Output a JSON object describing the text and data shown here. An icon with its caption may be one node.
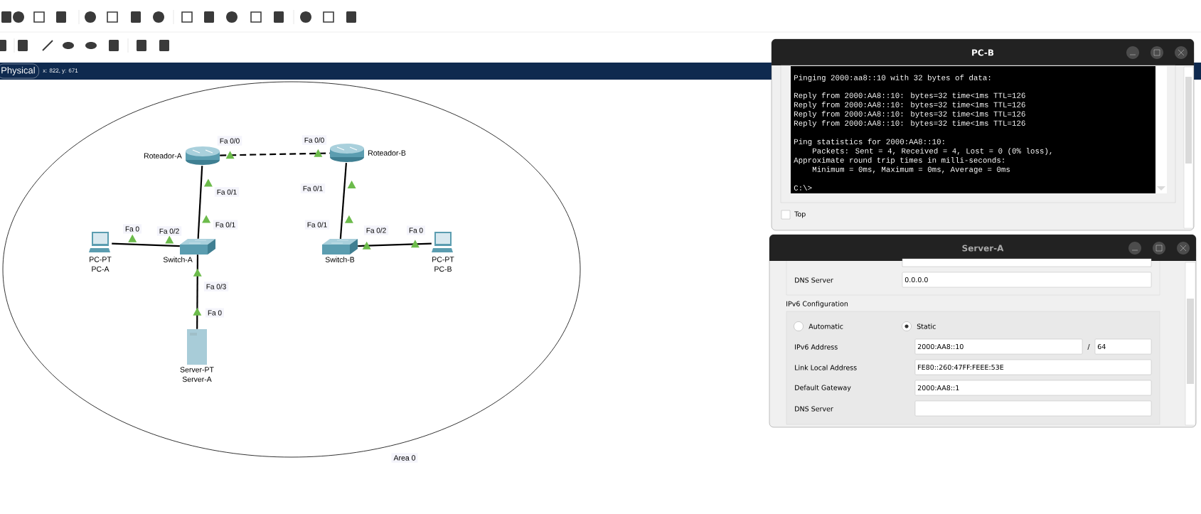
{
  "diagram": {
    "nodes": [
      {
        "text": [
          "Area 0"
        ]
      },
      {
        "text": [
          "Roteador-A"
        ],
        "in": 0
      },
      {
        "text": [
          "Roteador-B"
        ],
        "in": 0
      },
      {
        "text": [
          "PC-PT",
          "PC-A"
        ],
        "in": 0
      },
      {
        "text": [
          "Switch-A"
        ],
        "in": 0
      },
      {
        "text": [
          "Switch-B"
        ],
        "in": 0
      },
      {
        "text": [
          "PC-PT",
          "PC-B"
        ],
        "in": 0
      },
      {
        "text": [
          "Server-PT",
          "Server-A"
        ],
        "in": 0
      },
      {
        "text": [
          "PC-B"
        ]
      },
      {
        "text": [
          "Pinging 2000:aa8::10 with 32 bytes of data:",
          "Reply from 2000:AA8::10: bytes=32 time<1ms TTL=126",
          "Reply from 2000:AA8::10: bytes=32 time<1ms TTL=126",
          "Reply from 2000:AA8::10: bytes=32 time<1ms TTL=126",
          "Reply from 2000:AA8::10: bytes=32 time<1ms TTL=126",
          "Ping statistics for 2000:AA8::10:",
          "Packets: Sent = 4, Received = 4, Lost = 0 (0% loss),",
          "Approximate round trip times in milli-seconds:",
          "Minimum = 0ms, Maximum = 0ms, Average = 0ms",
          "C:\\>"
        ],
        "in": 8
      },
      {
        "text": [
          "Server-A"
        ]
      }
    ],
    "edges": [
      {
        "from": 1,
        "to": 2,
        "arrow": "none",
        "style": "dashed"
      },
      {
        "from": 1,
        "to": 4,
        "arrow": "none"
      },
      {
        "from": 3,
        "to": 4,
        "arrow": "none"
      },
      {
        "from": 4,
        "to": 7,
        "arrow": "none"
      },
      {
        "from": 2,
        "to": 5,
        "arrow": "none"
      },
      {
        "from": 5,
        "to": 6,
        "arrow": "none"
      }
    ],
    "labels": [
      "Physical",
      "x: 822, y: 671",
      "Fa 0/0",
      "Fa 0/0",
      "Fa 0/1",
      "Fa 0/1",
      "Fa 0",
      "Fa 0/2",
      "Fa 0/1",
      "Fa 0/1",
      "Fa 0/2",
      "Fa 0",
      "Fa 0/3",
      "Fa 0",
      "Top",
      "DNS Server",
      "0.0.0.0",
      "IPv6 Configuration",
      "Automatic",
      "Static",
      "IPv6 Address",
      "2000:AA8::10",
      "/",
      "64",
      "Link Local Address",
      "FE80::260:47FF:FEEE:53E",
      "Default Gateway",
      "2000:AA8::1",
      "DNS Server"
    ]
  }
}
